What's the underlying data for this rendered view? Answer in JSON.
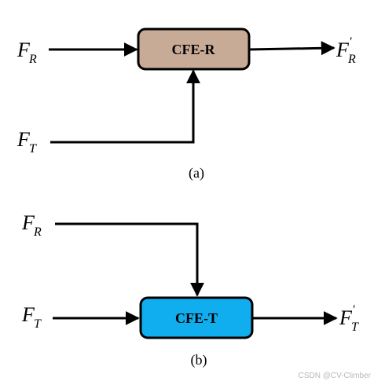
{
  "diagram_a": {
    "input_top": {
      "symbol": "F",
      "subscript": "R"
    },
    "input_bottom": {
      "symbol": "F",
      "subscript": "T"
    },
    "box": {
      "label": "CFE-R",
      "fill": "#c8ab97"
    },
    "output": {
      "symbol": "F",
      "prime": "'",
      "subscript": "R"
    },
    "caption": "(a)"
  },
  "diagram_b": {
    "input_top": {
      "symbol": "F",
      "subscript": "R"
    },
    "input_bottom": {
      "symbol": "F",
      "subscript": "T"
    },
    "box": {
      "label": "CFE-T",
      "fill": "#10aeef"
    },
    "output": {
      "symbol": "F",
      "prime": "'",
      "subscript": "T"
    },
    "caption": "(b)"
  },
  "watermark": "CSDN @CV-Climber"
}
